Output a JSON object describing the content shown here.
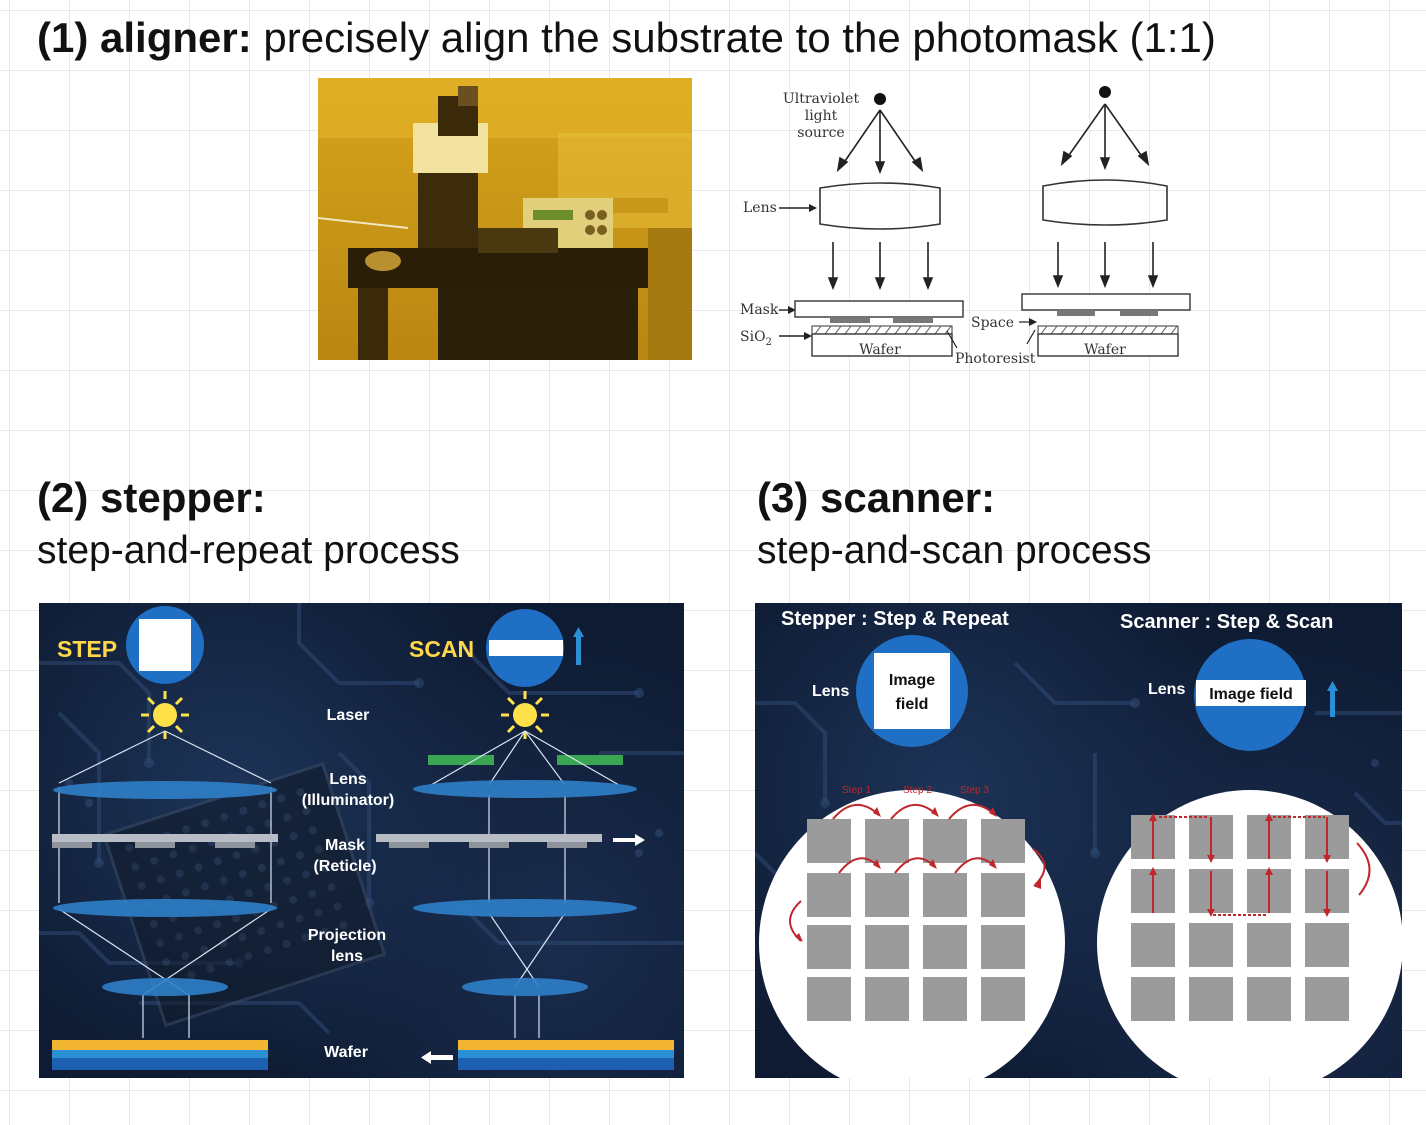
{
  "section1": {
    "number": "(1) aligner:",
    "description": "precisely align the substrate to the photomask (1:1)",
    "diagram": {
      "uv_label_line1": "Ultraviolet",
      "uv_label_line2": "light",
      "uv_label_line3": "source",
      "lens_label": "Lens",
      "mask_label": "Mask",
      "sio2_label": "SiO",
      "sio2_sub": "2",
      "wafer_label": "Wafer",
      "photoresist_label": "Photoresist",
      "space_label": "Space"
    }
  },
  "section2": {
    "number": "(2) stepper:",
    "description": "step-and-repeat process",
    "panel": {
      "step_label": "STEP",
      "scan_label": "SCAN",
      "laser_label": "Laser",
      "lens_label_line1": "Lens",
      "lens_label_line2": "(Illuminator)",
      "mask_label_line1": "Mask",
      "mask_label_line2": "(Reticle)",
      "projection_label_line1": "Projection",
      "projection_label_line2": "lens",
      "wafer_label": "Wafer"
    }
  },
  "section3": {
    "number": "(3) scanner:",
    "description": "step-and-scan process",
    "panel": {
      "stepper_title": "Stepper : Step & Repeat",
      "scanner_title": "Scanner : Step & Scan",
      "lens_label_left": "Lens",
      "lens_label_right": "Lens",
      "image_field_line1": "Image",
      "image_field_line2": "field",
      "image_field_scanner": "Image field",
      "step1": "Step 1",
      "step2": "Step 2",
      "step3": "Step 3"
    }
  },
  "colors": {
    "panel_bg": "#0e1b33",
    "lens_blue": "#2f7fc9",
    "circle_blue": "#1f6fc4",
    "wafer_yellow": "#f2b632",
    "wafer_blue": "#1d5fb0",
    "arrow_red": "#c0262c",
    "die_gray": "#9b9b9b",
    "sun_yellow": "#ffe24a",
    "mask_green": "#3aa651"
  }
}
